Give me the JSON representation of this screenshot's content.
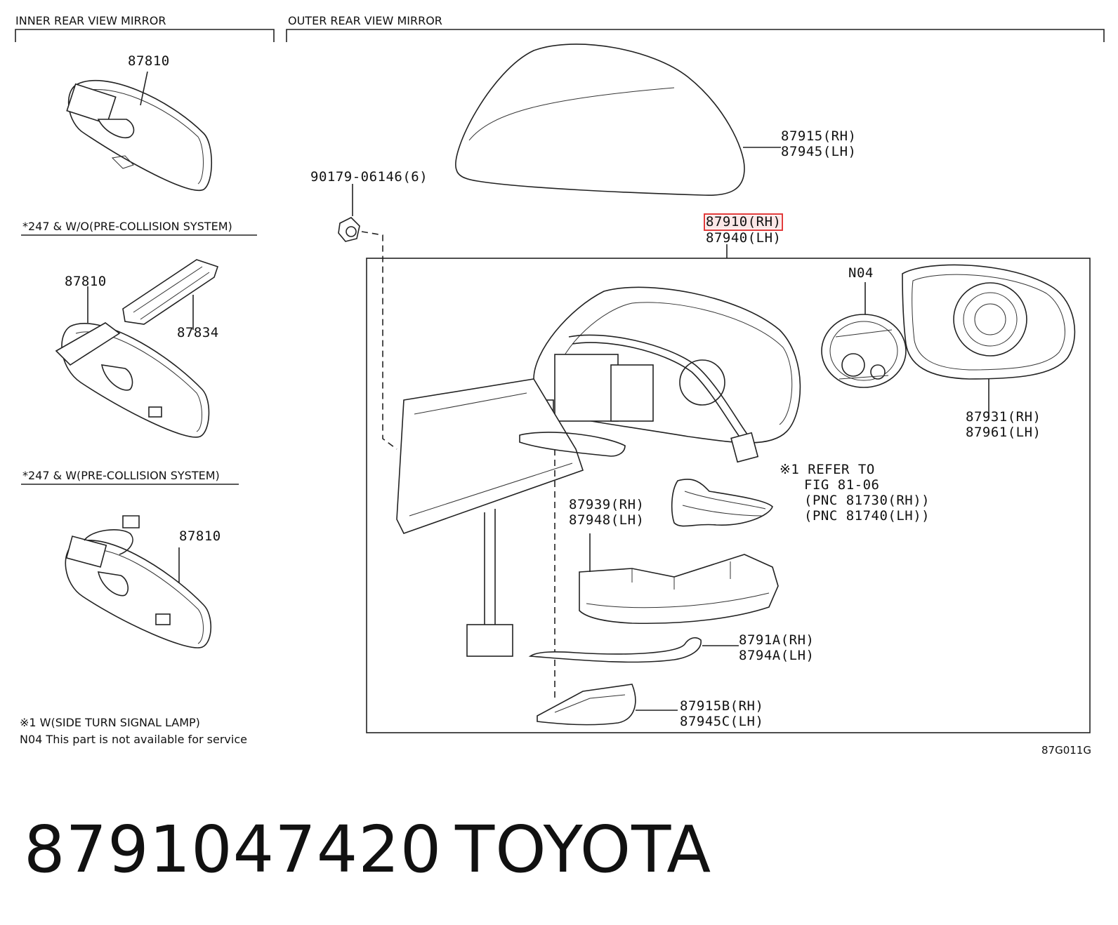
{
  "sections": {
    "inner": "INNER REAR VIEW MIRROR",
    "outer": "OUTER REAR VIEW MIRROR"
  },
  "inner_variants": {
    "wo_pcs": "*247 & W/O(PRE-COLLISION SYSTEM)",
    "w_pcs": "*247 & W(PRE-COLLISION SYSTEM)"
  },
  "labels": {
    "m1": "87810",
    "m2": "87810",
    "m2_cover": "87834",
    "m3": "87810",
    "nut": "90179-06146(6)",
    "cover_rh": "87915(RH)",
    "cover_lh": "87945(LH)",
    "assy_rh": "87910(RH)",
    "assy_lh": "87940(LH)",
    "n04": "N04",
    "glass_rh": "87931(RH)",
    "glass_lh": "87961(LH)",
    "ref1": "※1 REFER TO",
    "ref2": "FIG 81-06",
    "ref3": "(PNC 81730(RH))",
    "ref4": "(PNC 81740(LH))",
    "lamp_rh": "87939(RH)",
    "lamp_lh": "87948(LH)",
    "garnish_rh": "8791A(RH)",
    "garnish_lh": "8794A(LH)",
    "under_rh": "87915B(RH)",
    "under_lh": "87945C(LH)"
  },
  "notes": {
    "note1": "※1 W(SIDE TURN SIGNAL LAMP)",
    "note2": "N04 This part is not available for service"
  },
  "figure_code": "87G011G",
  "footer": {
    "part_number": "8791047420",
    "brand": "TOYOTA"
  },
  "highlight_color": "#e23a3a"
}
